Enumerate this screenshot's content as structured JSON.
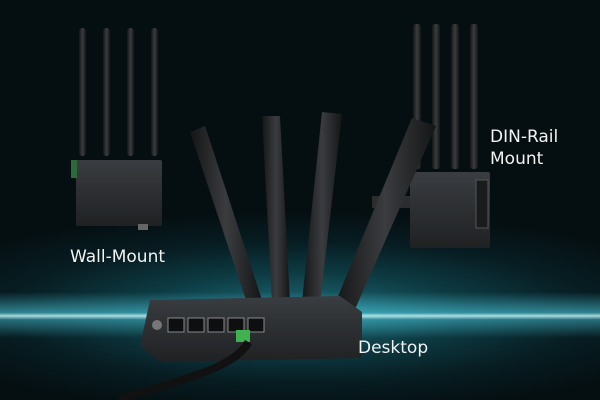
{
  "captions": {
    "wall_mount": "Wall-Mount",
    "din_rail_mount": "DIN-Rail\nMount",
    "desktop": "Desktop"
  },
  "colors": {
    "background": "#071d22",
    "glow": "#6fd8e6",
    "device_body": "#2b2d30",
    "antenna": "#1e1f21",
    "terminal_green": "#3fb24f"
  },
  "icons": [
    "antenna",
    "ethernet-port",
    "terminal-block",
    "power-cable"
  ]
}
